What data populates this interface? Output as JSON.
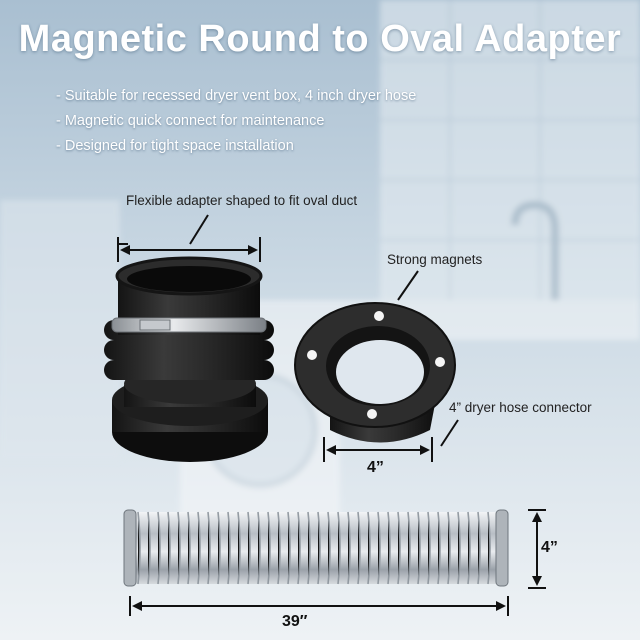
{
  "title": "Magnetic Round to Oval Adapter",
  "bullets": [
    "- Suitable for recessed dryer vent box, 4 inch dryer hose",
    "- Magnetic quick connect for maintenance",
    "- Designed for tight space installation"
  ],
  "callouts": {
    "adapter": "Flexible adapter shaped to fit oval duct",
    "magnets": "Strong magnets",
    "connector": "4” dryer hose connector"
  },
  "dimensions": {
    "connector_width": "4”",
    "hose_diameter": "4”",
    "hose_length": "39″"
  }
}
